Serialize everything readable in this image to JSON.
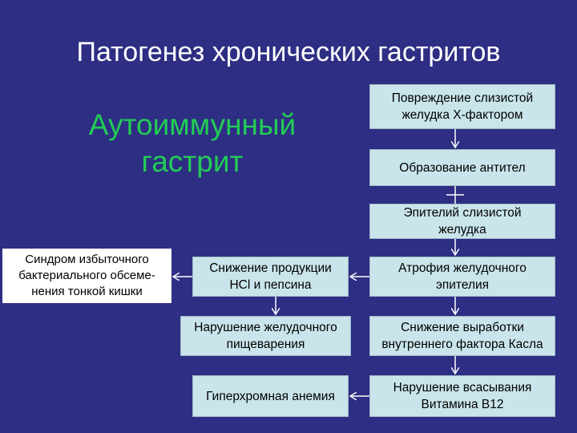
{
  "title": "Патогенез хронических гастритов",
  "subtitle": [
    "Аутоиммунный",
    "гастрит"
  ],
  "boxes": {
    "damage": [
      "Повреждение слизистой",
      "желудка Х-фактором"
    ],
    "antibodies": [
      "Образование антител"
    ],
    "epithelium": [
      "Эпителий слизистой",
      "желудка"
    ],
    "bacterial": [
      "Синдром избыточного",
      "бактериального обсеме-",
      "нения тонкой кишки"
    ],
    "hcl": [
      "Снижение продукции",
      "HCl и пепсина"
    ],
    "atrophy": [
      "Атрофия желудочного",
      "эпителия"
    ],
    "digestion": [
      "Нарушение желудочного",
      "пищеварения"
    ],
    "castle": [
      "Снижение выработки",
      "внутреннего фактора Касла"
    ],
    "anemia": [
      "Гиперхромная анемия"
    ],
    "b12": [
      "Нарушение всасывания",
      "Витамина В12"
    ]
  }
}
